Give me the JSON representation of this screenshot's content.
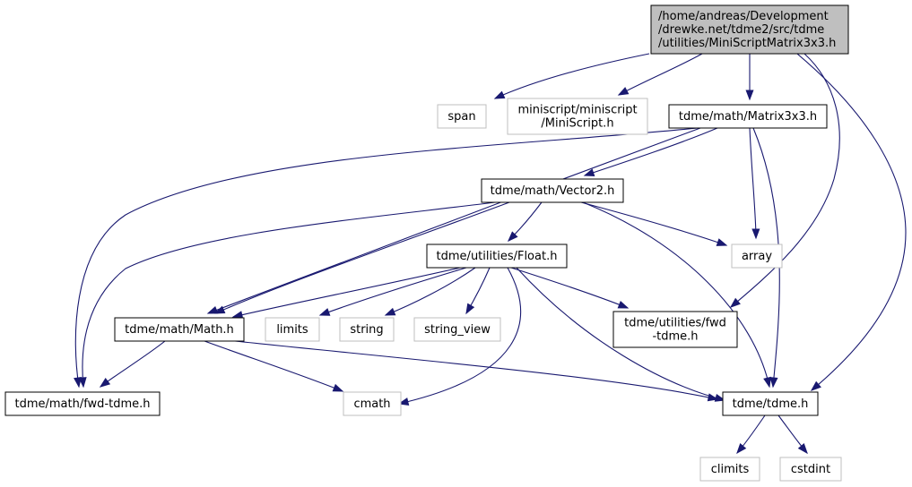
{
  "diagram": {
    "type": "include-dependency-graph",
    "nodes": [
      {
        "id": "root",
        "lines": [
          "/home/andreas/Development",
          "/drewke.net/tdme2/src/tdme",
          "/utilities/MiniScriptMatrix3x3.h"
        ],
        "kind": "root"
      },
      {
        "id": "span",
        "lines": [
          "span"
        ],
        "kind": "external"
      },
      {
        "id": "miniscript",
        "lines": [
          "miniscript/miniscript",
          "/MiniScript.h"
        ],
        "kind": "external"
      },
      {
        "id": "matrix3x3",
        "lines": [
          "tdme/math/Matrix3x3.h"
        ],
        "kind": "local"
      },
      {
        "id": "vector2",
        "lines": [
          "tdme/math/Vector2.h"
        ],
        "kind": "local"
      },
      {
        "id": "array",
        "lines": [
          "array"
        ],
        "kind": "external"
      },
      {
        "id": "float",
        "lines": [
          "tdme/utilities/Float.h"
        ],
        "kind": "local"
      },
      {
        "id": "math",
        "lines": [
          "tdme/math/Math.h"
        ],
        "kind": "local"
      },
      {
        "id": "limits",
        "lines": [
          "limits"
        ],
        "kind": "external"
      },
      {
        "id": "string",
        "lines": [
          "string"
        ],
        "kind": "external"
      },
      {
        "id": "string_view",
        "lines": [
          "string_view"
        ],
        "kind": "external"
      },
      {
        "id": "util_fwd",
        "lines": [
          "tdme/utilities/fwd",
          "-tdme.h"
        ],
        "kind": "local"
      },
      {
        "id": "math_fwd",
        "lines": [
          "tdme/math/fwd-tdme.h"
        ],
        "kind": "local"
      },
      {
        "id": "cmath",
        "lines": [
          "cmath"
        ],
        "kind": "external"
      },
      {
        "id": "tdme",
        "lines": [
          "tdme/tdme.h"
        ],
        "kind": "local"
      },
      {
        "id": "climits",
        "lines": [
          "climits"
        ],
        "kind": "external"
      },
      {
        "id": "cstdint",
        "lines": [
          "cstdint"
        ],
        "kind": "external"
      }
    ],
    "edges": [
      {
        "from": "root",
        "to": "span"
      },
      {
        "from": "root",
        "to": "miniscript"
      },
      {
        "from": "root",
        "to": "matrix3x3"
      },
      {
        "from": "root",
        "to": "util_fwd"
      },
      {
        "from": "root",
        "to": "tdme"
      },
      {
        "from": "matrix3x3",
        "to": "math_fwd"
      },
      {
        "from": "matrix3x3",
        "to": "math"
      },
      {
        "from": "matrix3x3",
        "to": "vector2"
      },
      {
        "from": "matrix3x3",
        "to": "array"
      },
      {
        "from": "matrix3x3",
        "to": "tdme"
      },
      {
        "from": "vector2",
        "to": "math_fwd"
      },
      {
        "from": "vector2",
        "to": "math"
      },
      {
        "from": "vector2",
        "to": "float"
      },
      {
        "from": "vector2",
        "to": "array"
      },
      {
        "from": "vector2",
        "to": "tdme"
      },
      {
        "from": "float",
        "to": "math"
      },
      {
        "from": "float",
        "to": "limits"
      },
      {
        "from": "float",
        "to": "string"
      },
      {
        "from": "float",
        "to": "string_view"
      },
      {
        "from": "float",
        "to": "util_fwd"
      },
      {
        "from": "float",
        "to": "cmath"
      },
      {
        "from": "float",
        "to": "tdme"
      },
      {
        "from": "math",
        "to": "math_fwd"
      },
      {
        "from": "math",
        "to": "cmath"
      },
      {
        "from": "math",
        "to": "tdme"
      },
      {
        "from": "tdme",
        "to": "climits"
      },
      {
        "from": "tdme",
        "to": "cstdint"
      }
    ],
    "colors": {
      "root_fill": "#bfbfbf",
      "root_stroke": "#000000",
      "local_fill": "#ffffff",
      "local_stroke": "#000000",
      "external_fill": "#ffffff",
      "external_stroke": "#bfbfbf",
      "edge": "#191970"
    }
  }
}
